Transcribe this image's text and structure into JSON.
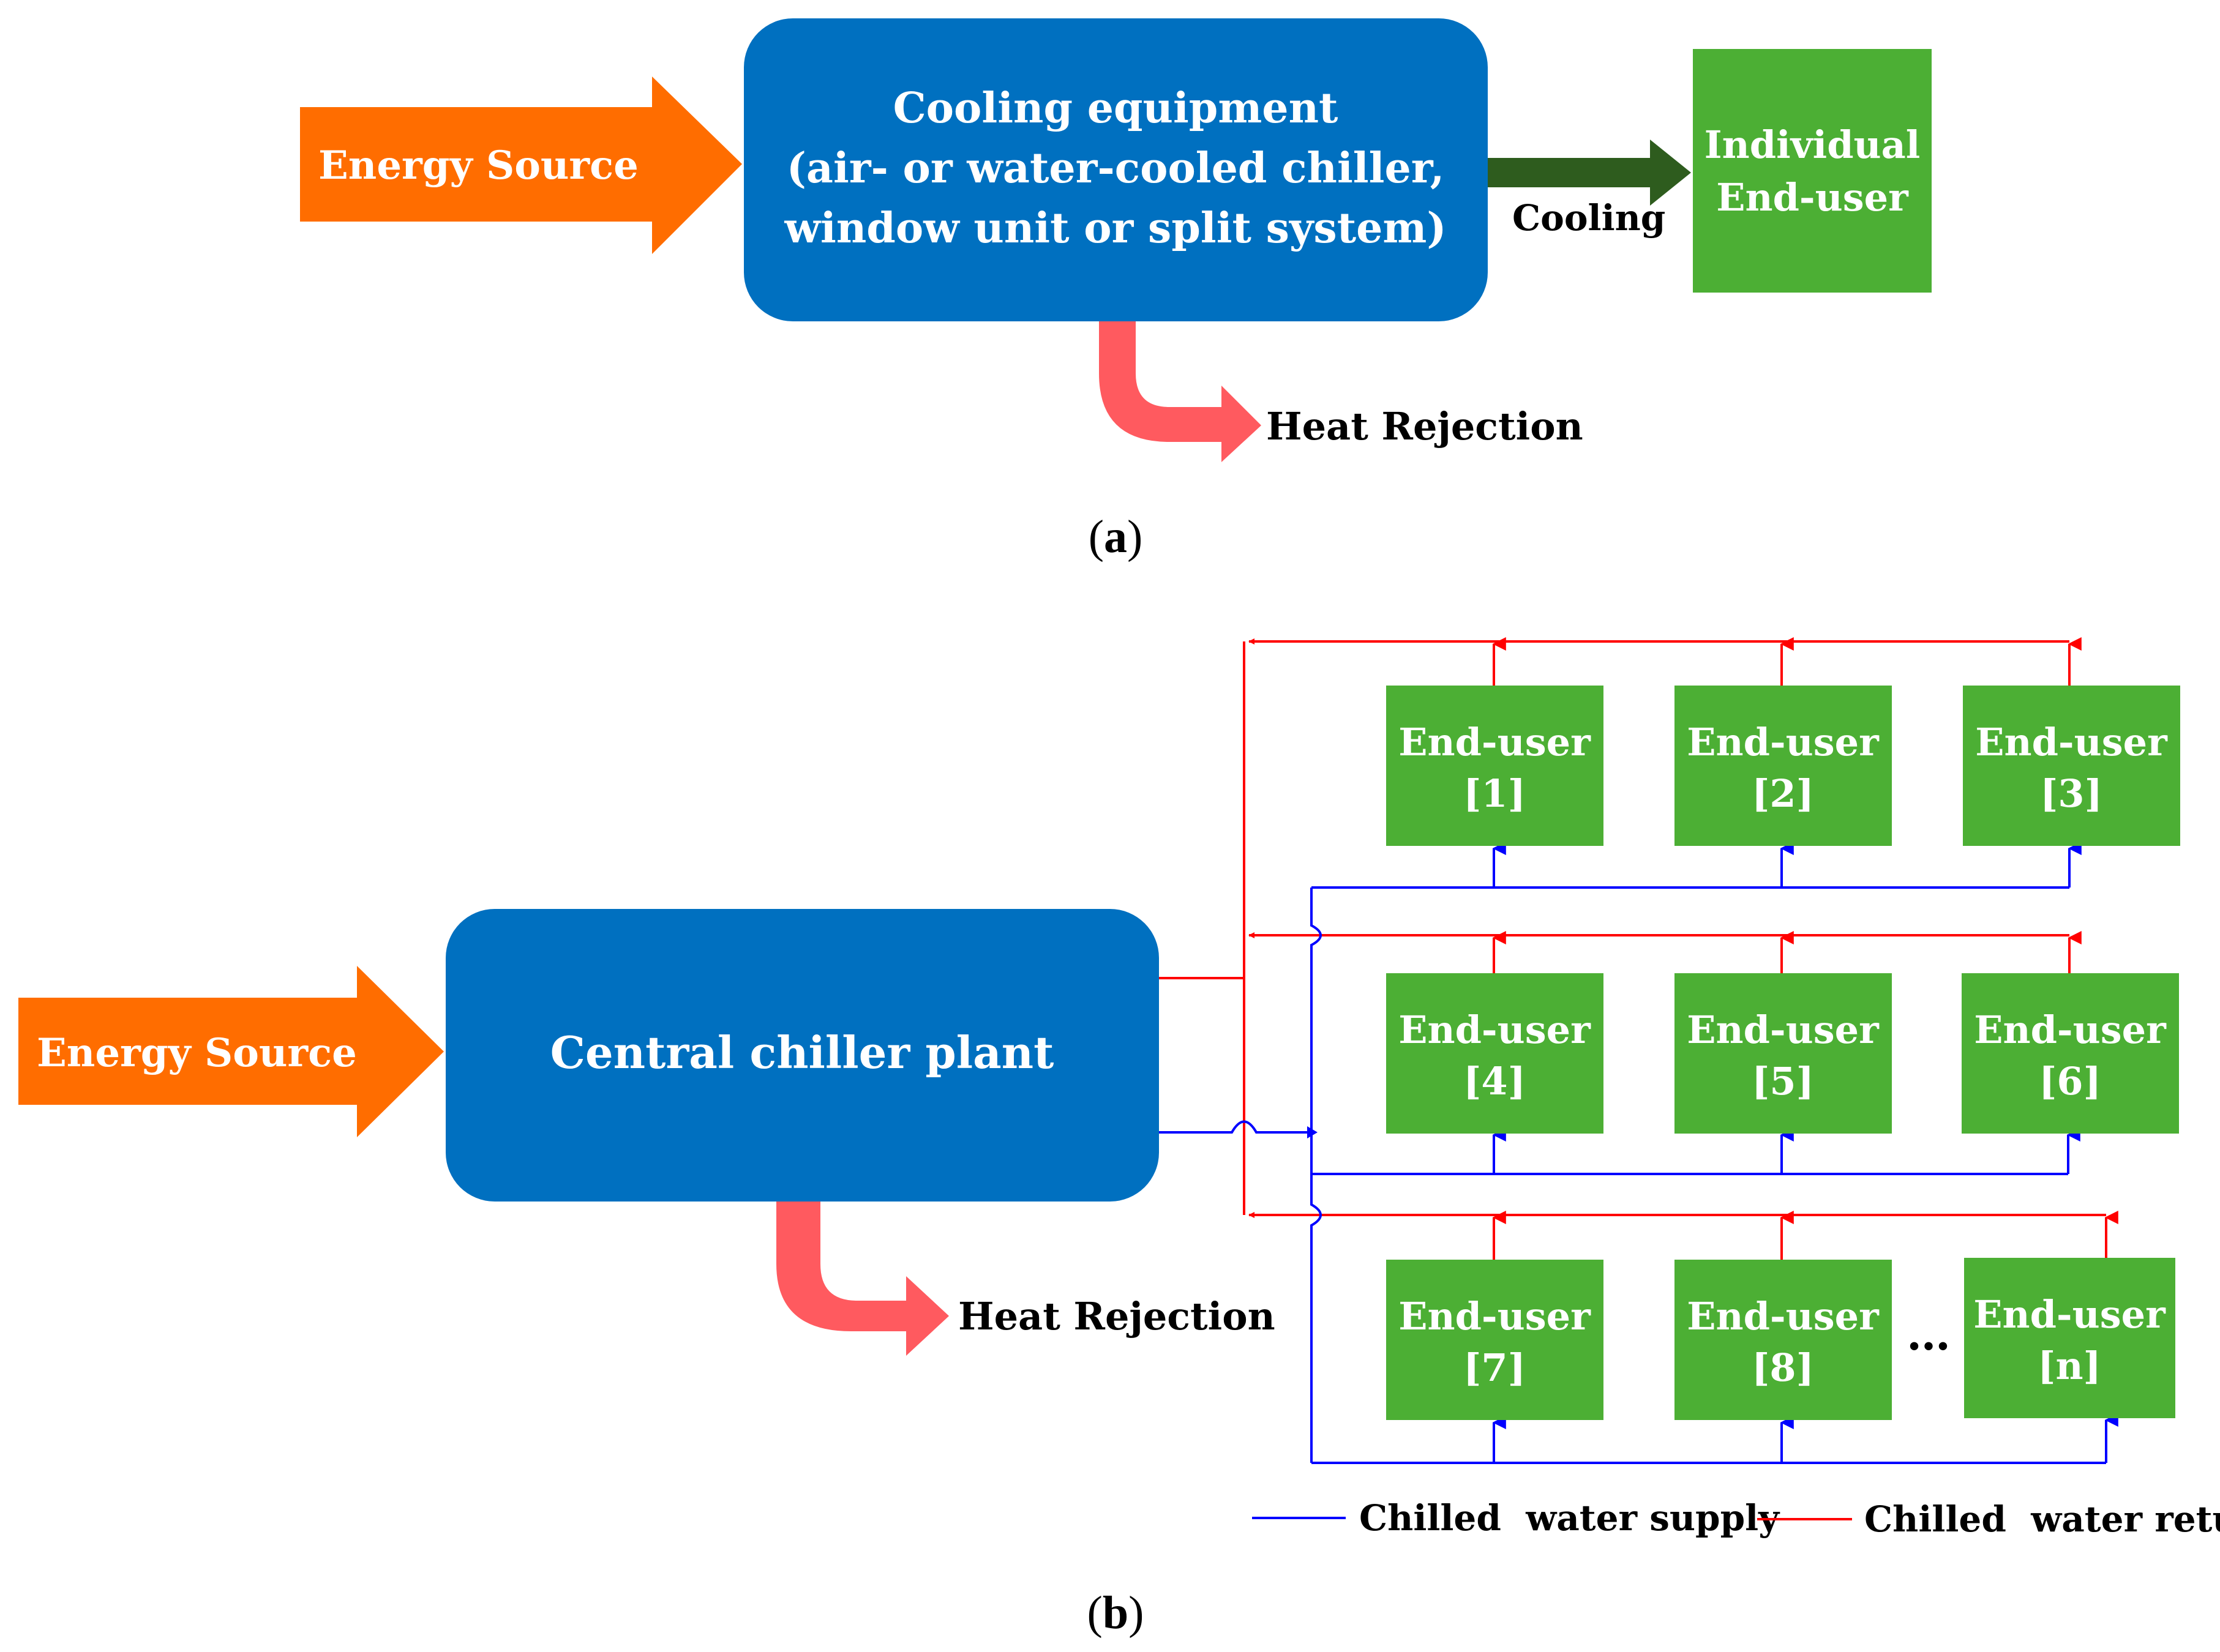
{
  "panel_a": {
    "energy_source_label": "Energy Source",
    "cooling_equipment_lines": [
      "Cooling equipment",
      "(air- or water-cooled chiller,",
      "window unit or split system)"
    ],
    "cooling_label": "Cooling",
    "end_user_lines": [
      "Individual",
      "End-user"
    ],
    "heat_rejection_label": "Heat Rejection",
    "caption_open": "(",
    "caption_letter": "a",
    "caption_close": ")"
  },
  "panel_b": {
    "energy_source_label": "Energy Source",
    "central_plant_label": "Central chiller plant",
    "heat_rejection_label": "Heat Rejection",
    "end_users": [
      {
        "line1": "End-user",
        "line2": "[1]"
      },
      {
        "line1": "End-user",
        "line2": "[2]"
      },
      {
        "line1": "End-user",
        "line2": "[3]"
      },
      {
        "line1": "End-user",
        "line2": "[4]"
      },
      {
        "line1": "End-user",
        "line2": "[5]"
      },
      {
        "line1": "End-user",
        "line2": "[6]"
      },
      {
        "line1": "End-user",
        "line2": "[7]"
      },
      {
        "line1": "End-user",
        "line2": "[8]"
      },
      {
        "line1": "End-user",
        "line2": "[n]"
      }
    ],
    "ellipsis": "…",
    "legend": {
      "supply_label": "Chilled  water supply",
      "return_label": "Chilled  water return"
    },
    "caption_open": "(",
    "caption_letter": "b",
    "caption_close": ")"
  },
  "colors": {
    "orange": "#ff6d00",
    "blue_box": "#0070c0",
    "green_box": "#4caf34",
    "dark_green_arrow": "#2e5c1e",
    "heat_arrow": "#ff5a5f",
    "supply_line": "#0000ff",
    "return_line": "#ff0000",
    "text_dark": "#000000",
    "text_light": "#ffffff"
  }
}
